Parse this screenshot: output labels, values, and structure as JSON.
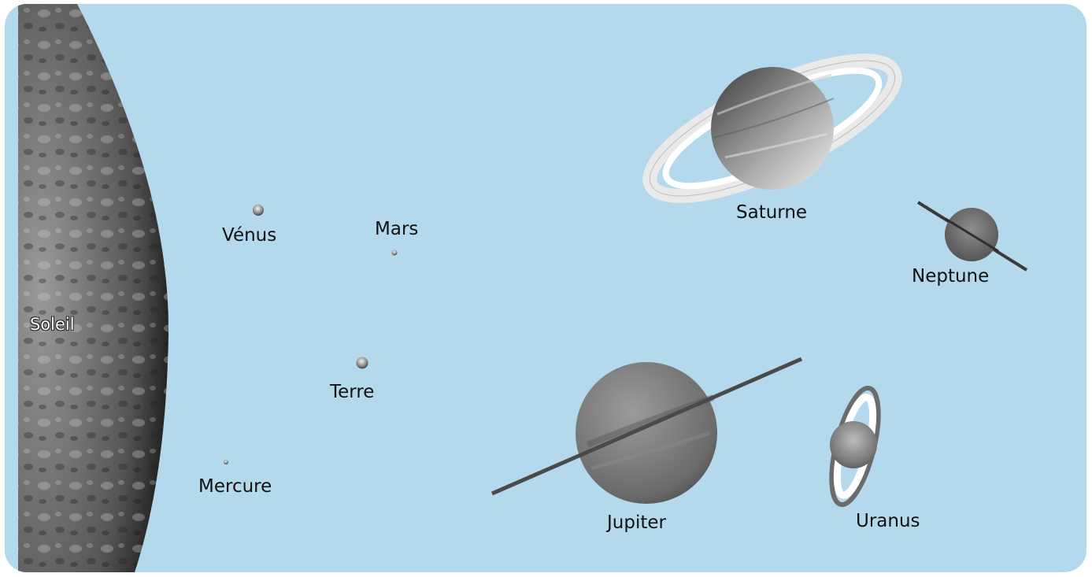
{
  "background_color": "#b4d9ec",
  "bodies": {
    "sun": {
      "label": "Soleil"
    },
    "mercury": {
      "label": "Mercure"
    },
    "venus": {
      "label": "Vénus"
    },
    "earth": {
      "label": "Terre"
    },
    "mars": {
      "label": "Mars"
    },
    "jupiter": {
      "label": "Jupiter"
    },
    "saturn": {
      "label": "Saturne"
    },
    "uranus": {
      "label": "Uranus"
    },
    "neptune": {
      "label": "Neptune"
    }
  }
}
